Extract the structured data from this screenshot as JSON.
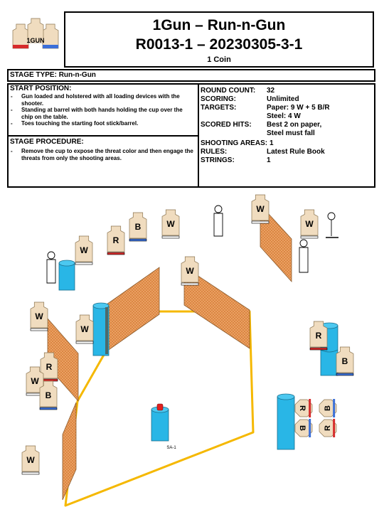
{
  "header": {
    "title": "1Gun – Run-n-Gun",
    "code": "R0013-1 – 20230305-3-1",
    "coin": "1 Coin",
    "logo_text": "1GUN",
    "logo_colors": [
      "#d62b2b",
      "#3b6fd8"
    ]
  },
  "stage_type": "STAGE TYPE: Run-n-Gun",
  "start_position": {
    "heading": "START POSITION:",
    "items": [
      "Gun loaded and holstered with all loading devices with the shooter.",
      "Standing at barrel with both hands holding the cup over the chip on the table.",
      "Toes touching the starting foot stick/barrel."
    ]
  },
  "stage_procedure": {
    "heading": "STAGE PROCEDURE:",
    "items": [
      "Remove the cup to expose the threat color and then engage the threats from only the shooting areas."
    ]
  },
  "details": {
    "round_count_label": "ROUND COUNT:",
    "round_count": "32",
    "scoring_label": "SCORING:",
    "scoring": "Unlimited",
    "targets_label": "TARGETS:",
    "targets_paper": "Paper: 9 W + 5 B/R",
    "targets_steel": "Steel:  4 W",
    "scored_hits_label": "SCORED HITS:",
    "scored_hits_1": "Best 2 on paper,",
    "scored_hits_2": "Steel must fall",
    "shooting_areas_label": "SHOOTING AREAS:",
    "shooting_areas": "1",
    "rules_label": "RULES:",
    "rules": "Latest Rule Book",
    "strings_label": "STRINGS:",
    "strings": "1"
  },
  "diagram": {
    "shooting_area_label": "SA-1",
    "target_letters": {
      "white": "W",
      "red": "R",
      "blue": "B"
    },
    "colors": {
      "target_fill": "#f0dcbf",
      "wall": "#d9833e",
      "barrel": "#29b6e6",
      "area_line": "#f5b800",
      "red": "#d62b2b",
      "blue": "#3b6fd8"
    }
  }
}
